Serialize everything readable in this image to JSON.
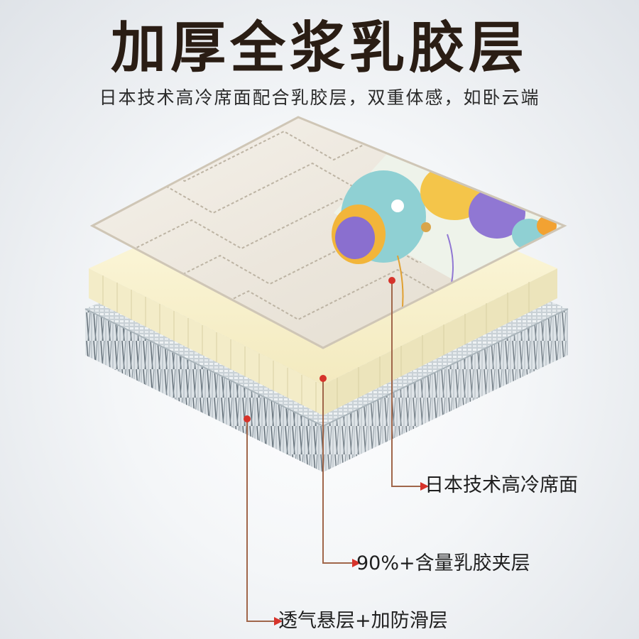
{
  "headline": "加厚全浆乳胶层",
  "subheadline": "日本技术高冷席面配合乳胶层，双重体感，如卧云端",
  "callouts": [
    {
      "label": "日本技术高冷席面",
      "layer": "top-cool-fabric"
    },
    {
      "label": "90%+含量乳胶夹层",
      "layer": "latex-middle"
    },
    {
      "label": "透气悬层+加防滑层",
      "layer": "breathable-mesh-bottom"
    }
  ],
  "colors": {
    "headline": "#2a1d14",
    "leader_line": "#a0664a",
    "marker_dot": "#d6332b",
    "arrow": "#d6332b",
    "fabric": "#ece5d9",
    "latex": "#faf4cf",
    "mesh": "#b6c1c6"
  }
}
